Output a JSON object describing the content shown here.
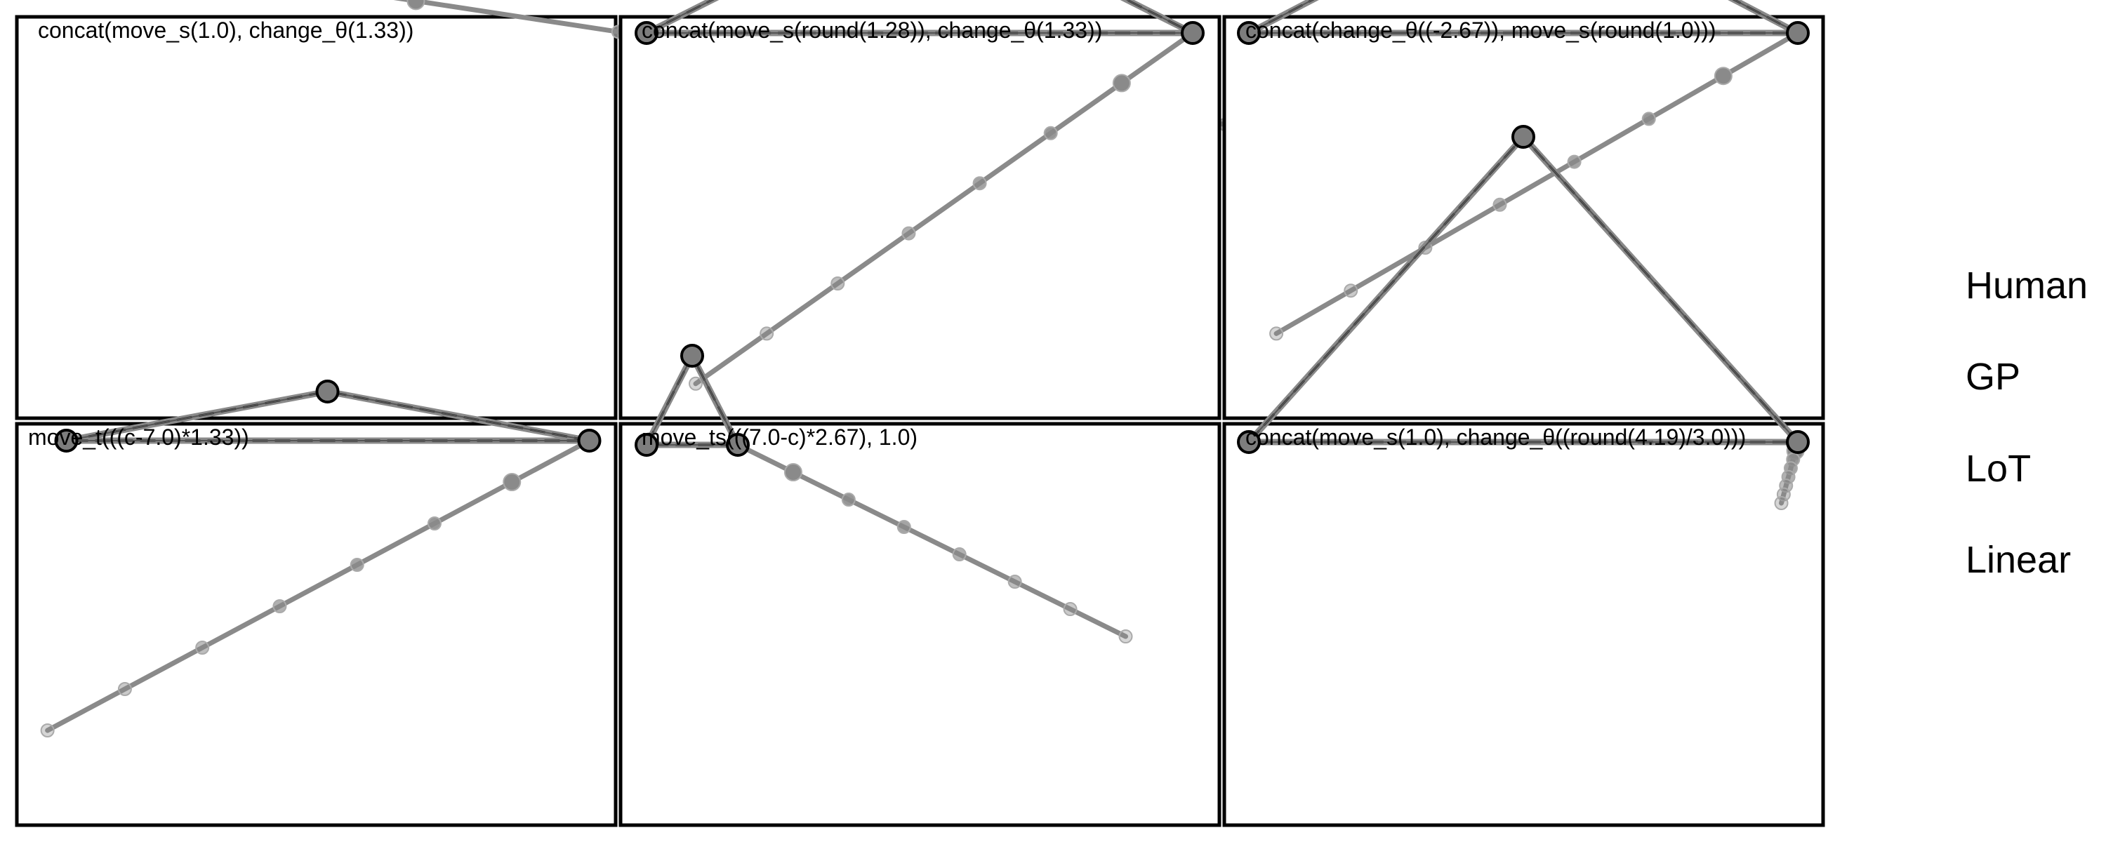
{
  "figure": {
    "panels": [
      {
        "id": "p1",
        "label": "concat(move_s(1.0), change_θ(1.33))",
        "triangle": [
          [
            0.0,
            0.22
          ],
          [
            0.5,
            0.0
          ],
          [
            1.0,
            0.22
          ]
        ],
        "trail": [
          [
            1.0,
            0.22
          ],
          [
            9.3,
            2.9
          ]
        ],
        "trail_points": 7
      },
      {
        "id": "p2",
        "label": "concat(move_s(round(1.28)), change_θ(1.33))",
        "triangle": [
          [
            0.0,
            1.0
          ],
          [
            0.5,
            0.0
          ],
          [
            1.0,
            1.0
          ]
        ],
        "trail": [
          [
            1.0,
            1.0
          ],
          [
            0.09,
            3.55
          ]
        ],
        "trail_points": 7
      },
      {
        "id": "p3",
        "label": "concat(change_θ((-2.67)), move_s(round(1.0)))",
        "triangle": [
          [
            0.0,
            1.0
          ],
          [
            0.5,
            0.0
          ],
          [
            1.0,
            1.0
          ]
        ],
        "trail": [
          [
            1.0,
            1.0
          ],
          [
            0.05,
            3.1
          ]
        ],
        "trail_points": 7
      },
      {
        "id": "p4",
        "label": "move_t(((c-7.0)*1.33))",
        "triangle": [
          [
            0.0,
            1.0
          ],
          [
            0.5,
            0.0
          ],
          [
            1.0,
            1.0
          ]
        ],
        "trail": [
          [
            1.0,
            1.0
          ],
          [
            -0.04,
            6.9
          ]
        ],
        "trail_points": 7
      },
      {
        "id": "p5",
        "label": "move_ts(((7.0-c)*2.67), 1.0)",
        "triangle": [
          [
            0.0,
            1.0
          ],
          [
            0.5,
            0.0
          ],
          [
            1.0,
            1.0
          ]
        ],
        "trail": [
          [
            1.0,
            1.0
          ],
          [
            5.25,
            3.15
          ]
        ],
        "trail_points": 7
      },
      {
        "id": "p6",
        "label": "concat(move_s(1.0), change_θ((round(4.19)/3.0)))",
        "triangle": [
          [
            0.0,
            1.0
          ],
          [
            0.5,
            0.0
          ],
          [
            1.0,
            1.0
          ]
        ],
        "trail": [
          [
            1.0,
            1.0
          ],
          [
            0.97,
            1.2
          ]
        ],
        "trail_points": 7
      }
    ],
    "legend": {
      "items": [
        "Human",
        "GP",
        "LoT",
        "Linear"
      ]
    }
  }
}
